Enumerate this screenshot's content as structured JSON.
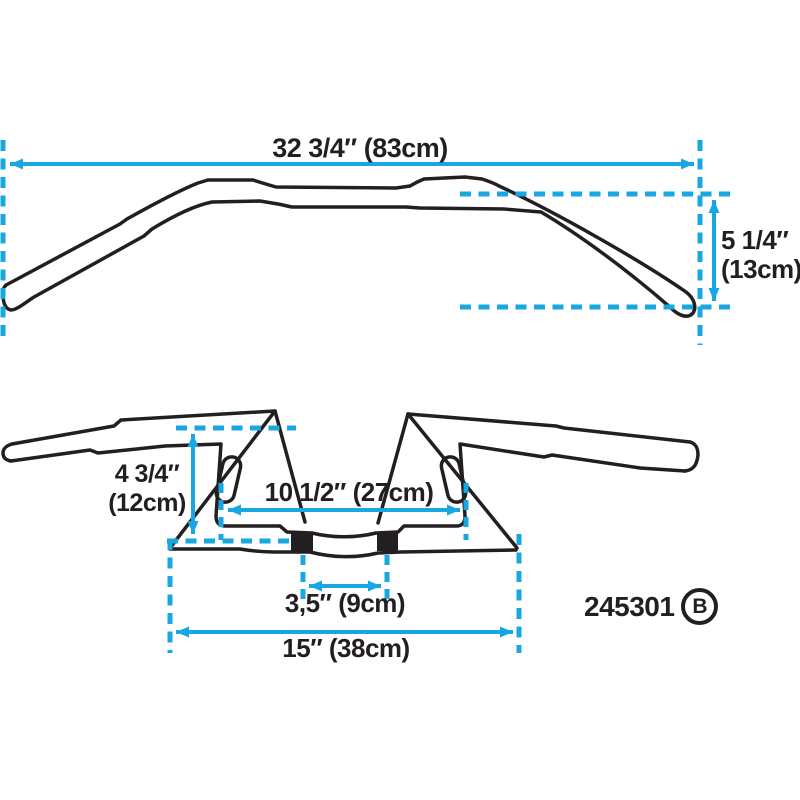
{
  "colors": {
    "background": "#ffffff",
    "line": "#231f20",
    "dimension": "#18a7e3"
  },
  "front_view": {
    "overall_width": {
      "label": "32 3/4″ (83cm)",
      "inches": "32 3/4",
      "cm": "83"
    },
    "rise": {
      "line1": "5 1/4″",
      "line2": "(13cm)",
      "inches": "5 1/4",
      "cm": "13"
    }
  },
  "top_view": {
    "pullback": {
      "line1": "4 3/4″",
      "line2": "(12cm)",
      "inches": "4 3/4",
      "cm": "12"
    },
    "inner_width": {
      "label": "10 1/2″ (27cm)",
      "inches": "10 1/2",
      "cm": "27"
    },
    "clamp_spacing": {
      "label": "3,5″ (9cm)",
      "inches": "3,5",
      "cm": "9"
    },
    "base_width": {
      "label": "15″ (38cm)",
      "inches": "15",
      "cm": "38"
    }
  },
  "part": {
    "number": "245301",
    "variant": "B"
  }
}
